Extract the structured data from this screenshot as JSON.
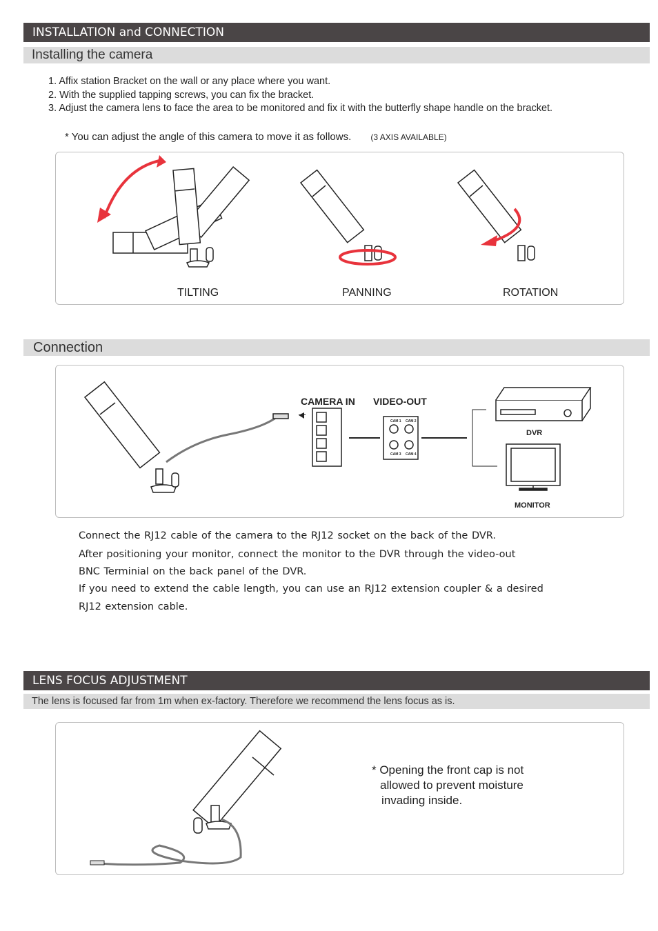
{
  "installation": {
    "header": "INSTALLATION and CONNECTION",
    "subheader": "Installing the camera",
    "steps": [
      "1. Affix station Bracket on the wall or any place where you want.",
      "2. With the supplied tapping screws, you can fix the bracket.",
      "3. Adjust the camera lens to face the area to be monitored and fix it with the butterfly shape handle on the bracket."
    ],
    "note": "* You can adjust the angle of this camera to move it as follows.",
    "note_small": "(3 AXIS AVAILABLE)",
    "captions": {
      "tilting": "TILTING",
      "panning": "PANNING",
      "rotation": "ROTATION"
    }
  },
  "connection": {
    "subheader": "Connection",
    "camera_in": "CAMERA IN",
    "video_out": "VIDEO-OUT",
    "dvr": "DVR",
    "monitor": "MONITOR",
    "ports": {
      "cam1": "CAM 1",
      "cam2": "CAM 2",
      "cam3": "CAM 3",
      "cam4": "CAM 4"
    },
    "paragraphs": [
      "Connect the RJ12 cable of the camera to the RJ12 socket on the back of the DVR.",
      "After positioning your monitor, connect the monitor to the DVR through the video-out",
      "BNC Terminial on the back panel of the DVR.",
      "If you need to extend the cable length, you can use an RJ12 extension coupler & a desired",
      "RJ12 extension cable."
    ]
  },
  "lens": {
    "header": "LENS FOCUS ADJUSTMENT",
    "subheader": "The lens is focused far from 1m when ex-factory.  Therefore we recommend the lens focus as is.",
    "note_lines": [
      "* Opening the front cap is not",
      "allowed to prevent moisture",
      "invading inside."
    ]
  },
  "colors": {
    "header_bar": "#4a4546",
    "subheader_bar": "#dcdcdc",
    "arrow": "#e8333c"
  }
}
